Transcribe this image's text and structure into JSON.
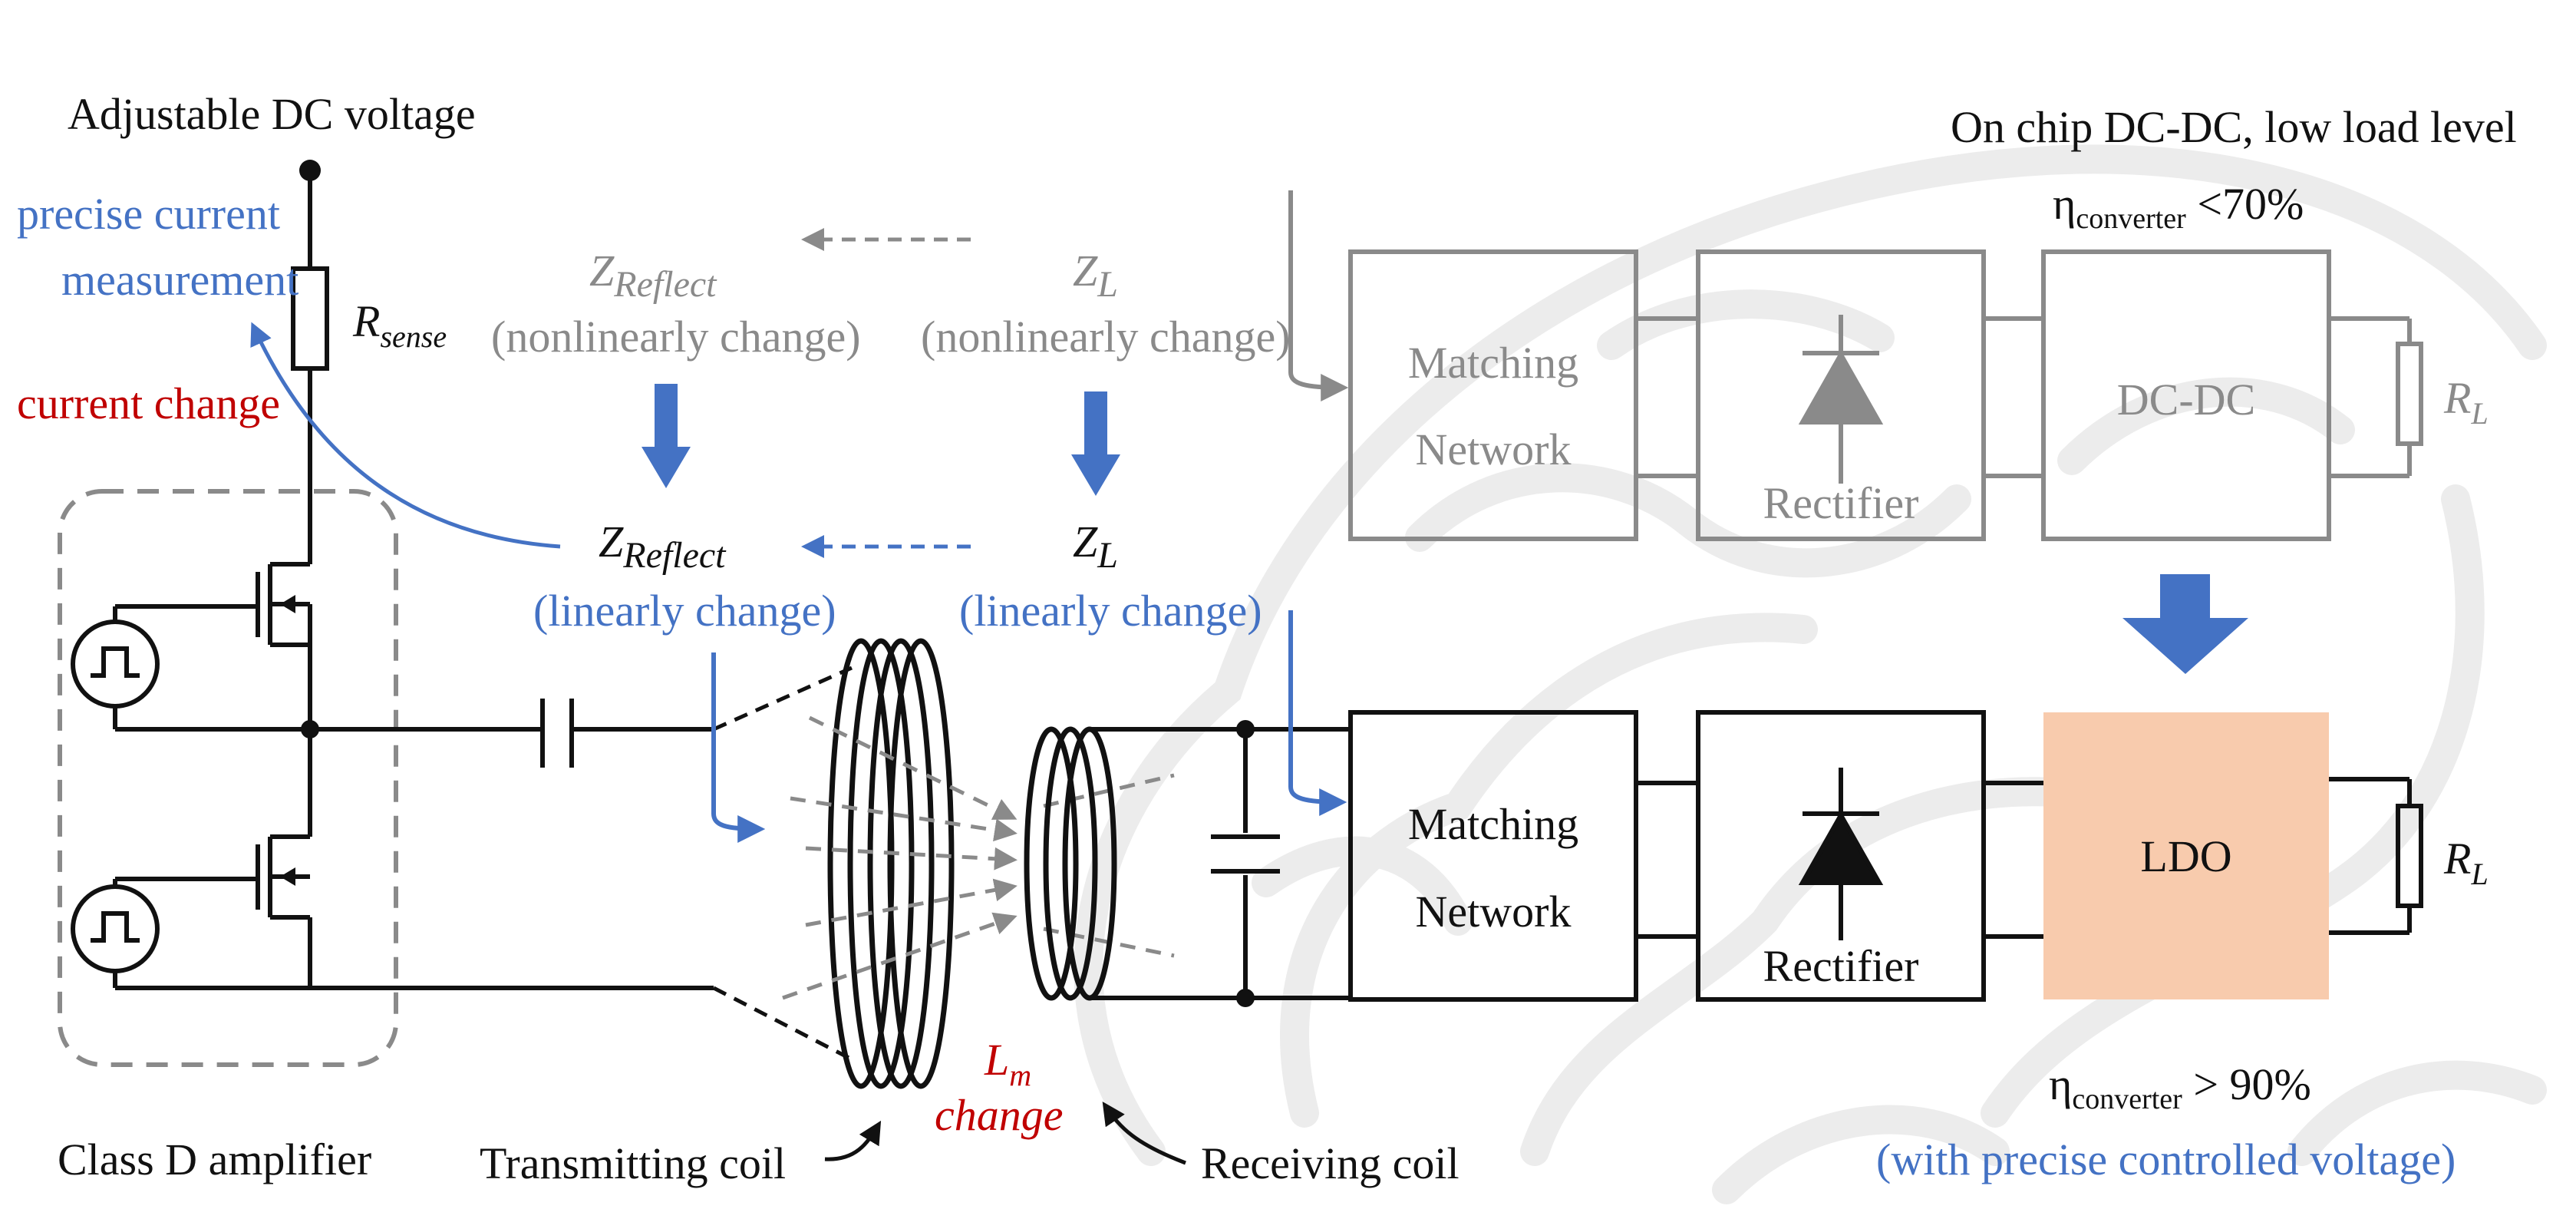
{
  "title": "Adjustable DC voltage",
  "colors": {
    "ink": "#111111",
    "gray": "#8a8a8a",
    "blue": "#4472c4",
    "red": "#c00000",
    "ldo_fill": "#f8cbad",
    "brain_watermark": "#ececec"
  },
  "left": {
    "precise_measurement_1": "precise current",
    "precise_measurement_2": "measurement",
    "current_change": "current change",
    "rsense_main": "R",
    "rsense_sub": "sense",
    "class_d": "Class D amplifier"
  },
  "reflect_top": {
    "zr_main": "Z",
    "zr_sub": "Reflect",
    "zr_note": "(nonlinearly change)",
    "zl_main": "Z",
    "zl_sub": "L",
    "zl_note": "(nonlinearly change)"
  },
  "reflect_bottom": {
    "zr_main": "Z",
    "zr_sub": "Reflect",
    "zr_note": "(linearly change)",
    "zl_main": "Z",
    "zl_sub": "L",
    "zl_note": "(linearly change)"
  },
  "coils": {
    "transmitting": "Transmitting coil",
    "receiving": "Receiving coil",
    "lm_main": "L",
    "lm_sub": "m",
    "lm_change": "change"
  },
  "top_chain": {
    "header": "On chip DC-DC, low load level",
    "eta": "η",
    "eta_sub": "converter",
    "eta_value": " <70%",
    "matching_1": "Matching",
    "matching_2": "Network",
    "rectifier": "Rectifier",
    "dcdc": "DC-DC",
    "rl_main": "R",
    "rl_sub": "L"
  },
  "bottom_chain": {
    "matching_1": "Matching",
    "matching_2": "Network",
    "rectifier": "Rectifier",
    "ldo": "LDO",
    "rl_main": "R",
    "rl_sub": "L",
    "eta": "η",
    "eta_sub": "converter",
    "eta_value": " > 90%",
    "precise_voltage": "(with precise controlled voltage)"
  }
}
